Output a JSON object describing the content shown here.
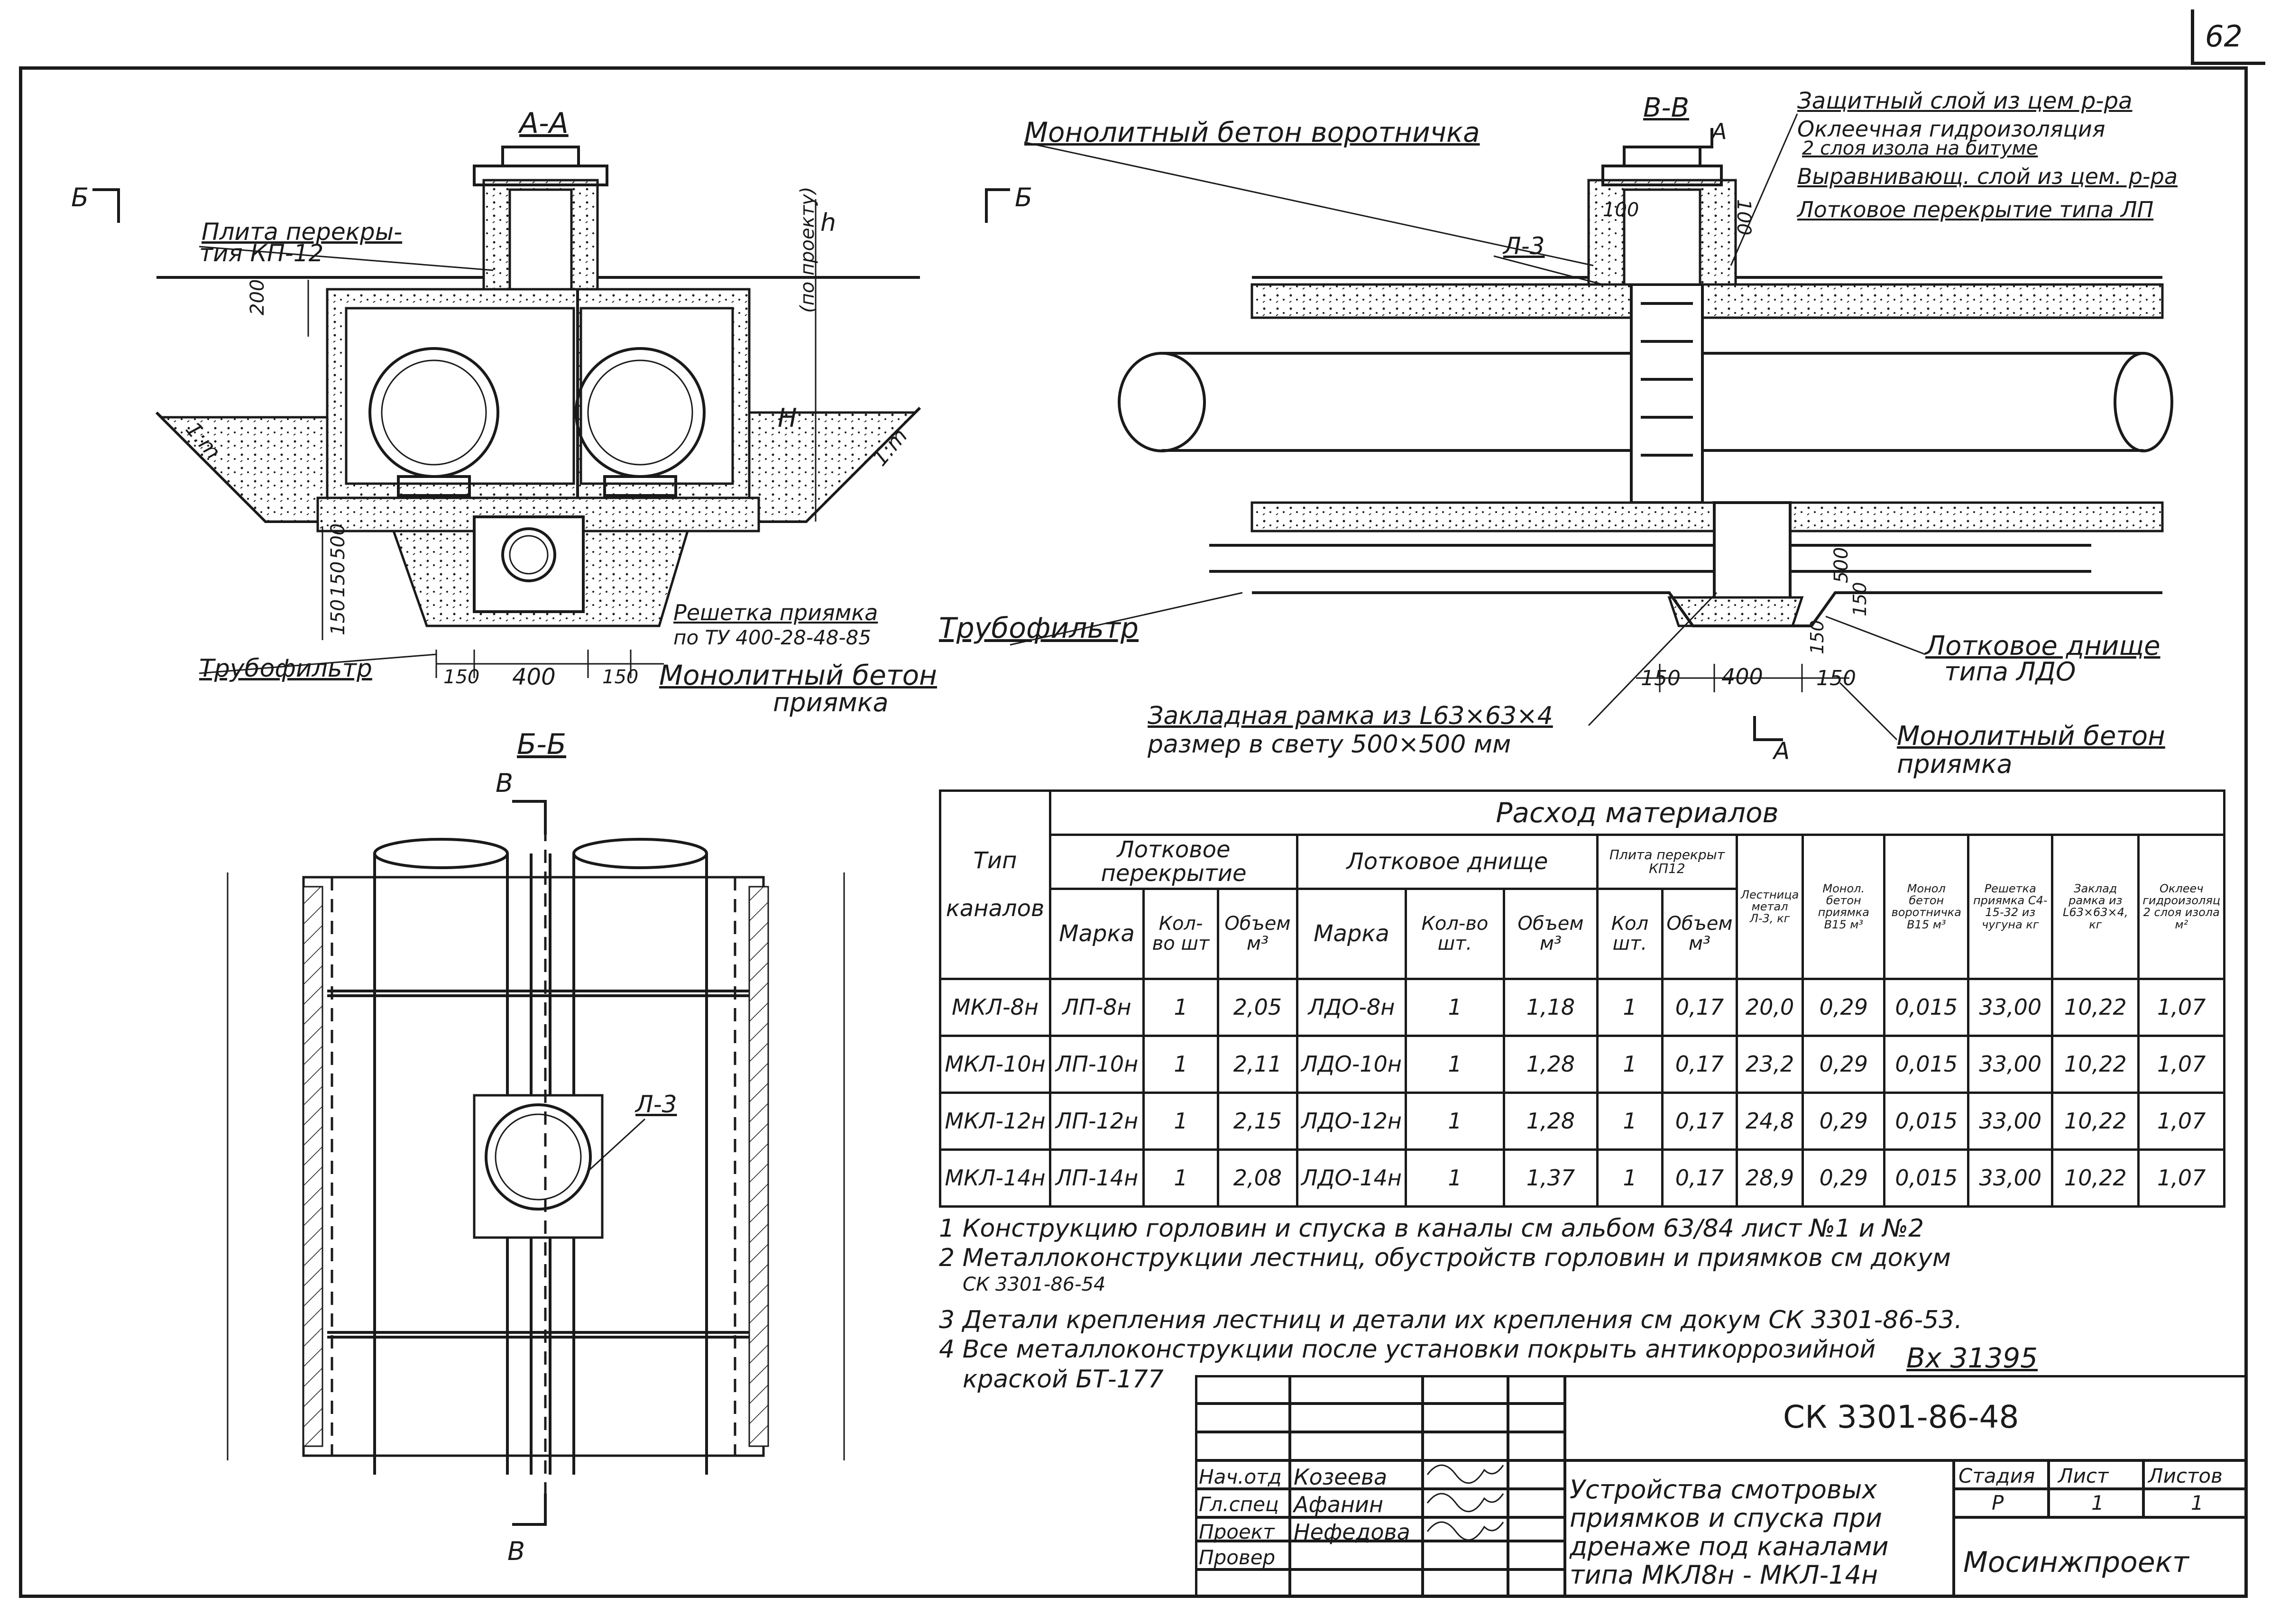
{
  "page_number": "62",
  "sections": {
    "a_a": "А-А",
    "b_b": "Б-Б",
    "v_v": "В-В",
    "b_mark": "Б",
    "v_mark": "В",
    "a_mark": "А"
  },
  "labels": {
    "plita": "Плита перекры-",
    "plita2": "тия КП-12",
    "monolit_vorot": "Монолитный бетон воротничка",
    "l3": "Л-3",
    "zash": "Защитный слой из цем р-ра",
    "okl1": "Оклеечная гидроизоляция",
    "okl2": "2 слоя изола на битуме",
    "vyr": "Выравнивающ. слой из цем. р-ра",
    "lotk_per": "Лотковое перекрытие типа ЛП",
    "reshetka": "Решетка приямка",
    "reshetka2": "по ТУ 400-28-48-85",
    "trubofiltr": "Трубофильтр",
    "trubofiltr2": "Трубофильтр",
    "monolit_pr": "Монолитный бетон",
    "monolit_pr2": "приямка",
    "lotk_dn": "Лотковое днище",
    "lotk_dn2": "типа ЛДО",
    "monolit_pr3": "Монолитный бетон",
    "monolit_pr4": "приямка",
    "zaklad": "Закладная рамка из L63×63×4",
    "zaklad2": "размер в свету 500×500 мм",
    "h": "h",
    "h_note": "(по проекту)",
    "H": "H",
    "slope": "1:m",
    "slope2": "1:m",
    "l3b": "Л-3"
  },
  "dims": {
    "d200": "200",
    "d500": "500",
    "d150a": "150",
    "d150b": "150",
    "d150l": "150",
    "d400": "400",
    "d150r": "150",
    "d100a": "100",
    "d100b": "100",
    "d150c": "150",
    "d400b": "400",
    "d150d": "150",
    "d500b": "500",
    "d150e": "150",
    "d150f": "150"
  },
  "table": {
    "title": "Расход материалов",
    "tip": "Тип",
    "kanalov": "каналов",
    "lp": "Лотковое перекрытие",
    "ld": "Лотковое днище",
    "plita": "Плита перекрыт КП12",
    "lest": "Лестница метал Л-3, кг",
    "monol_pr": "Монол. бетон приямка B15 м³",
    "monol_vor": "Монол бетон воротничка B15 м³",
    "resh": "Решетка приямка С4-15-32 из чугуна кг",
    "zaklad": "Заклад рамка из L63×63×4, кг",
    "okl": "Оклееч гидроизоляц 2 слоя изола м²",
    "marka": "Марка",
    "kolvo": "Кол-во шт",
    "obem": "Объем м³",
    "marka2": "Марка",
    "kolvo2": "Кол-во шт.",
    "obem2": "Объем м³",
    "kol3": "Кол шт.",
    "obem3": "Объем м³",
    "rows": [
      [
        "МКЛ-8н",
        "ЛП-8н",
        "1",
        "2,05",
        "ЛДО-8н",
        "1",
        "1,18",
        "1",
        "0,17",
        "20,0",
        "0,29",
        "0,015",
        "33,00",
        "10,22",
        "1,07"
      ],
      [
        "МКЛ-10н",
        "ЛП-10н",
        "1",
        "2,11",
        "ЛДО-10н",
        "1",
        "1,28",
        "1",
        "0,17",
        "23,2",
        "0,29",
        "0,015",
        "33,00",
        "10,22",
        "1,07"
      ],
      [
        "МКЛ-12н",
        "ЛП-12н",
        "1",
        "2,15",
        "ЛДО-12н",
        "1",
        "1,28",
        "1",
        "0,17",
        "24,8",
        "0,29",
        "0,015",
        "33,00",
        "10,22",
        "1,07"
      ],
      [
        "МКЛ-14н",
        "ЛП-14н",
        "1",
        "2,08",
        "ЛДО-14н",
        "1",
        "1,37",
        "1",
        "0,17",
        "28,9",
        "0,29",
        "0,015",
        "33,00",
        "10,22",
        "1,07"
      ]
    ]
  },
  "notes": [
    "1 Конструкцию горловин и спуска в каналы см альбом 63/84 лист №1 и №2",
    "2 Металлоконструкции лестниц, обустройств горловин и приямков см докум",
    "СК 3301-86-54",
    "3 Детали крепления лестниц и детали их крепления см докум СК 3301-86-53.",
    "4 Все металлоконструкции после установки покрыть антикоррозийной",
    "краской БТ-177"
  ],
  "inv": "Вх 31395",
  "title_block": {
    "code": "СК 3301-86-48",
    "roles": [
      "Нач.отд",
      "Гл.спец",
      "Проект",
      "Провер"
    ],
    "names": [
      "Козеева",
      "Афанин",
      "Нефедова",
      ""
    ],
    "title1": "Устройства смотровых",
    "title2": "приямков и спуска при",
    "title3": "дренаже под каналами",
    "title4": "типа МКЛ8н - МКЛ-14н",
    "stadia": "Стадия",
    "list": "Лист",
    "listov": "Листов",
    "stadia_val": "Р",
    "list_val": "1",
    "listov_val": "1",
    "org": "Мосинжпроект"
  }
}
